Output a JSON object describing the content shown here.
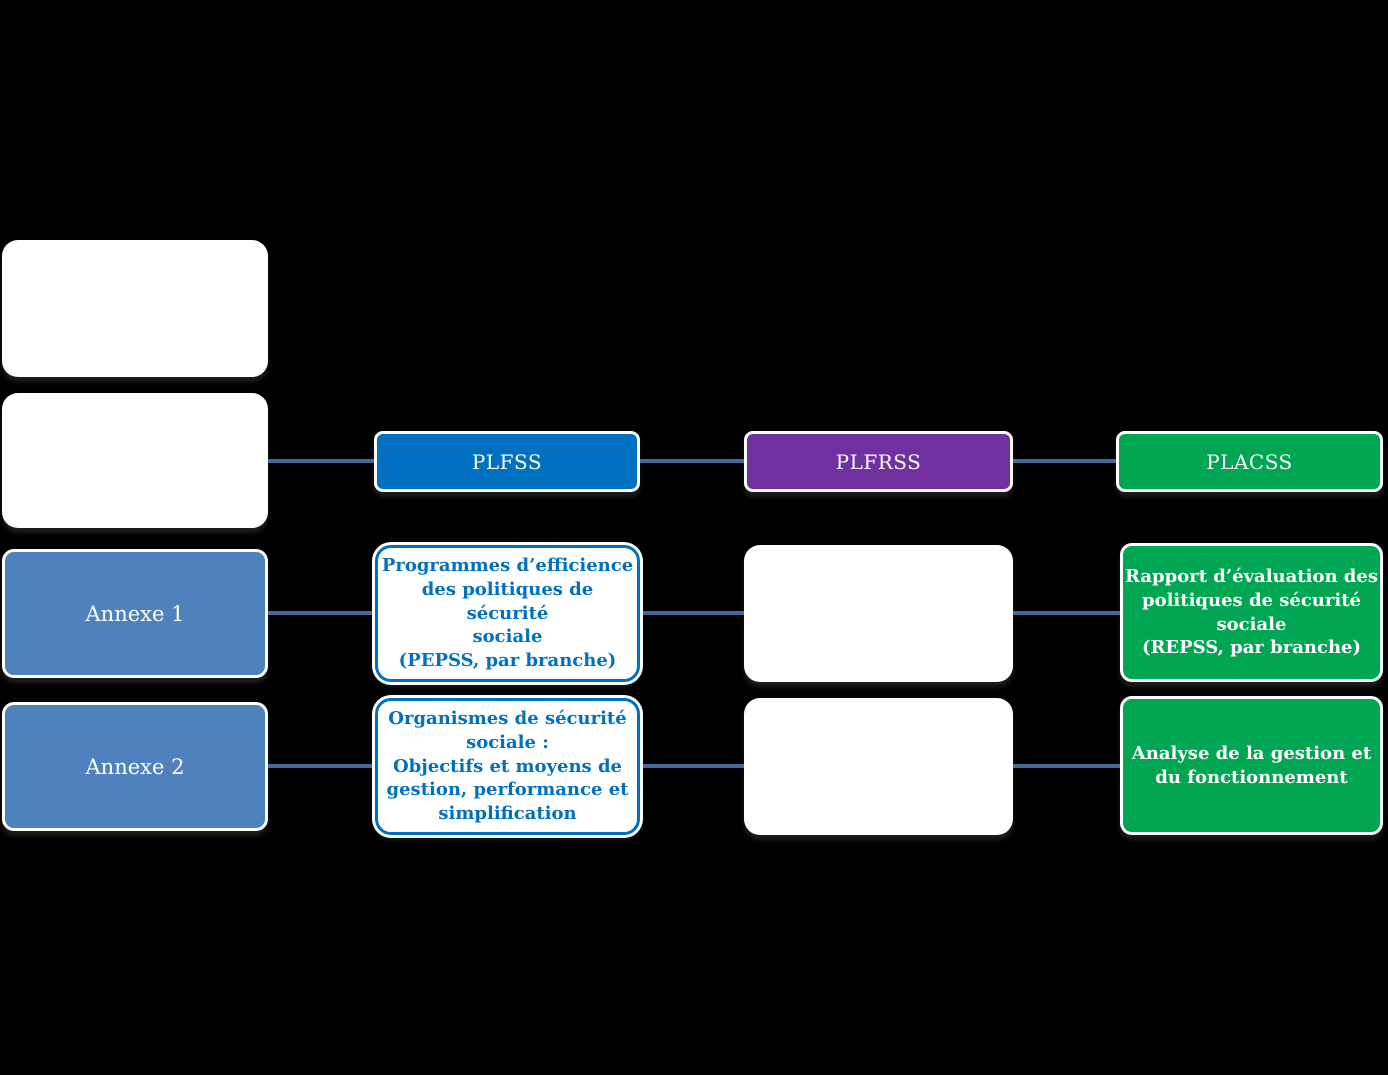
{
  "colors": {
    "background": "#000000",
    "connector": "#44679C",
    "plfss_blue": "#0070C0",
    "plfrss_purple": "#7030A0",
    "placss_green": "#00A651",
    "annexe_blue": "#4F81BD",
    "content_text_blue": "#0070C0",
    "white": "#FFFFFF"
  },
  "boxes": {
    "blank_top_left": {
      "label": ""
    },
    "blank_header_left": {
      "label": ""
    },
    "plfss": {
      "label": "PLFSS"
    },
    "plfrss": {
      "label": "PLFRSS"
    },
    "placss": {
      "label": "PLACSS"
    },
    "annexe1": {
      "label": "Annexe 1"
    },
    "annexe2": {
      "label": "Annexe 2"
    },
    "pepss": {
      "label": "Programmes d’efficience\ndes politiques de sécurité\nsociale\n(PEPSS, par branche)"
    },
    "blank_plfrss_annexe1": {
      "label": ""
    },
    "repss": {
      "label": "Rapport d’évaluation des\npolitiques de sécurité\nsociale\n(REPSS, par branche)"
    },
    "organismes": {
      "label": "Organismes de sécurité\nsociale :\nObjectifs et moyens de\ngestion, performance et\nsimplification"
    },
    "blank_plfrss_annexe2": {
      "label": ""
    },
    "analyse": {
      "label": "Analyse de la gestion et\ndu fonctionnement"
    }
  }
}
